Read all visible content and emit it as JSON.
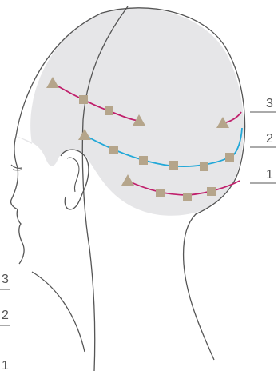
{
  "colors": {
    "head_shade": "#e6e6e8",
    "outline": "#555555",
    "line_outer": "#c0206c",
    "line_middle": "#22a8d8",
    "marker": "#b5a58b",
    "label": "#555555"
  },
  "labels": {
    "right": [
      "3",
      "2",
      "1"
    ],
    "left": [
      "3",
      "2",
      "1"
    ]
  },
  "markers": {
    "triangle": "triangle-marker",
    "square": "square-marker"
  }
}
